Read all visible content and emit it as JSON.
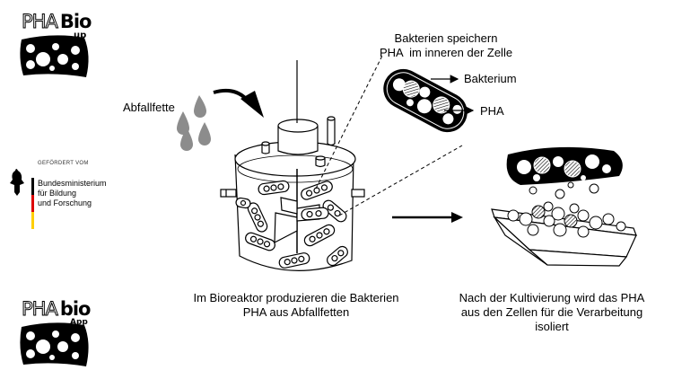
{
  "logos": {
    "top": {
      "pha": "PHA",
      "bio": "Bio",
      "suffix": "up"
    },
    "bottom": {
      "pha": "PHA",
      "bio": "bio",
      "suffix": "App"
    }
  },
  "sponsor": {
    "heading": "GEFÖRDERT VOM",
    "line1": "Bundesministerium",
    "line2": "für Bildung",
    "line3": "und Forschung"
  },
  "labels": {
    "waste_fats": "Abfallfette",
    "bacteria_store_line1": "Bakterien speichern",
    "bacteria_store_line2": "PHA  im inneren der Zelle",
    "bacterium": "Bakterium",
    "pha": "PHA"
  },
  "captions": {
    "bioreactor_line1": "Im Bioreaktor produzieren die Bakterien",
    "bioreactor_line2": "PHA aus Abfallfetten",
    "isolation_line1": "Nach der Kultivierung wird das PHA",
    "isolation_line2": "aus den Zellen für die Verarbeitung",
    "isolation_line3": "isoliert"
  }
}
